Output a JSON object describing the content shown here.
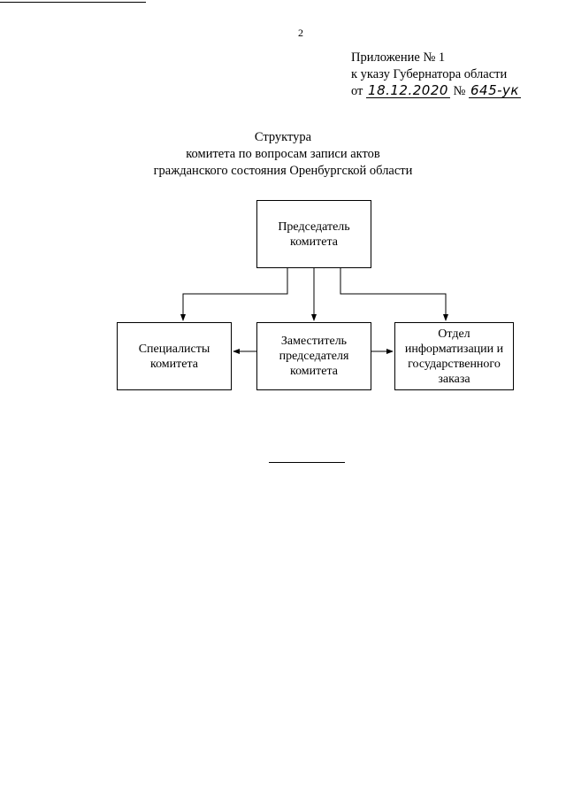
{
  "page_number": "2",
  "appendix": {
    "line1": "Приложение № 1",
    "line2": "к указу Губернатора области",
    "prefix_from": "от",
    "date": "18.12.2020",
    "number_sign": "№",
    "number": "645-ук"
  },
  "title": {
    "line1": "Структура",
    "line2": "комитета по вопросам записи актов",
    "line3": "гражданского состояния Оренбургской области"
  },
  "org_chart": {
    "chairman": {
      "line1": "Председатель",
      "line2": "комитета"
    },
    "specialists": {
      "line1": "Специалисты",
      "line2": "комитета"
    },
    "deputy": {
      "line1": "Заместитель",
      "line2": "председателя",
      "line3": "комитета"
    },
    "department": {
      "line1": "Отдел",
      "line2": "информатизации и",
      "line3": "государственного",
      "line4": "заказа"
    }
  }
}
